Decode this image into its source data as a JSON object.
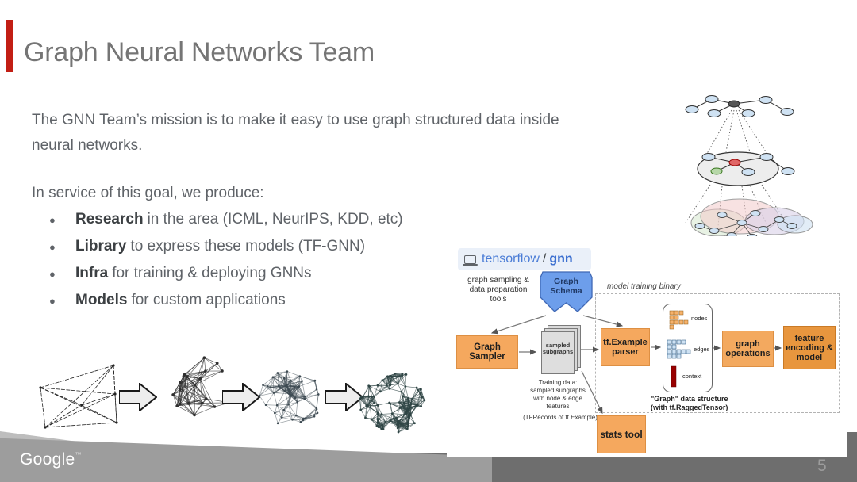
{
  "slide": {
    "title": "Graph Neural Networks Team",
    "page_number": "5",
    "brand": "Google",
    "accent_color": "#c21e14",
    "footer_color": "#6e6e6e"
  },
  "content": {
    "mission": "The GNN Team’s mission is to make it easy to use graph structured data inside\nneural networks.",
    "intro": "In service of this goal, we produce:",
    "bullets": [
      {
        "lead": "Research",
        "rest": "in the area (ICML, NeurIPS, KDD, etc)"
      },
      {
        "lead": "Library",
        "rest": "to express these models (TF-GNN)"
      },
      {
        "lead": "Infra",
        "rest": "for training & deploying GNNs"
      },
      {
        "lead": "Models",
        "rest": "for custom applications"
      }
    ]
  },
  "diagram": {
    "repo_org": "tensorflow",
    "repo_sep": "/",
    "repo_name": "gnn",
    "tools_label": "graph sampling &\ndata preparation\ntools",
    "schema_label": "Graph\nSchema",
    "binary_label": "model training binary",
    "sampler_label": "Graph Sampler",
    "subgraphs_label": "sampled\nsubgraphs",
    "training_caption": "Training data:\nsampled subgraphs\nwith node & edge\nfeatures",
    "tfrecords_caption": "(TFRecords of tf.Example)",
    "parser_label": "tf.Example\nparser",
    "nodes_label": "nodes",
    "edges_label": "edges",
    "context_label": "context",
    "structure_caption": "\"Graph\" data structure\n(with tf.RaggedTensor)",
    "ops_label": "graph\noperations",
    "feature_label": "feature\nencoding &\nmodel",
    "stats_label": "stats tool",
    "colors": {
      "box_orange": "#f5a85e",
      "box_orange_dark": "#e8963e",
      "schema_blue": "#6d9eeb",
      "tf_blue": "#4a7cd6",
      "nodes_tensor": "#f6b26b",
      "edges_tensor": "#cfe2f3",
      "context_tensor": "#990000"
    }
  }
}
